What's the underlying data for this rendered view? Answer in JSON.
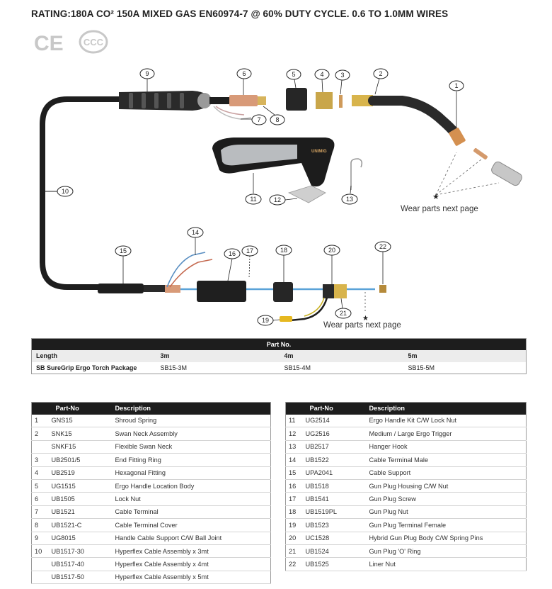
{
  "rating": "RATING:180A CO² 150A MIXED GAS EN60974-7 @ 60% DUTY CYCLE. 0.6 TO 1.0MM WIRES",
  "certs": {
    "ce": "CE",
    "ccc": "CCC"
  },
  "diagram": {
    "callouts": [
      "1",
      "2",
      "3",
      "4",
      "5",
      "6",
      "7",
      "8",
      "9",
      "10",
      "11",
      "12",
      "13",
      "14",
      "15",
      "16",
      "17",
      "18",
      "19",
      "20",
      "21",
      "22"
    ],
    "wear_note_top": "Wear parts next page",
    "wear_note_bottom": "Wear parts next page",
    "brand": "UNIMIG"
  },
  "package": {
    "part_no_header": "Part No.",
    "columns": [
      "Length",
      "3m",
      "4m",
      "5m"
    ],
    "row": {
      "label": "SB SureGrip Ergo Torch Package",
      "values": [
        "SB15-3M",
        "SB15-4M",
        "SB15-5M"
      ]
    }
  },
  "parts_left": {
    "headers": [
      "",
      "Part-No",
      "Description"
    ],
    "rows": [
      [
        "1",
        "GNS15",
        "Shroud Spring"
      ],
      [
        "2",
        "SNK15",
        "Swan Neck Assembly"
      ],
      [
        "",
        "SNKF15",
        "Flexible Swan Neck"
      ],
      [
        "3",
        "UB2501/5",
        "End Fitting Ring"
      ],
      [
        "4",
        "UB2519",
        "Hexagonal Fitting"
      ],
      [
        "5",
        "UG1515",
        "Ergo Handle Location Body"
      ],
      [
        "6",
        "UB1505",
        "Lock Nut"
      ],
      [
        "7",
        "UB1521",
        "Cable Terminal"
      ],
      [
        "8",
        "UB1521-C",
        "Cable Terminal Cover"
      ],
      [
        "9",
        "UG8015",
        "Handle Cable Support C/W Ball Joint"
      ],
      [
        "10",
        "UB1517-30",
        "Hyperflex Cable Assembly x 3mt"
      ],
      [
        "",
        "UB1517-40",
        "Hyperflex Cable Assembly x 4mt"
      ],
      [
        "",
        "UB1517-50",
        "Hyperflex Cable Assembly x 5mt"
      ]
    ]
  },
  "parts_right": {
    "headers": [
      "",
      "Part-No",
      "Description"
    ],
    "rows": [
      [
        "11",
        "UG2514",
        "Ergo Handle Kit C/W Lock Nut"
      ],
      [
        "12",
        "UG2516",
        "Medium / Large Ergo Trigger"
      ],
      [
        "13",
        "UB2517",
        "Hanger Hook"
      ],
      [
        "14",
        "UB1522",
        "Cable Terminal Male"
      ],
      [
        "15",
        "UPA2041",
        "Cable Support"
      ],
      [
        "16",
        "UB1518",
        "Gun Plug Housing C/W Nut"
      ],
      [
        "17",
        "UB1541",
        "Gun Plug Screw"
      ],
      [
        "18",
        "UB1519PL",
        "Gun Plug Nut"
      ],
      [
        "19",
        "UB1523",
        "Gun Plug Terminal Female"
      ],
      [
        "20",
        "UC1528",
        "Hybrid Gun Plug Body C/W Spring Pins"
      ],
      [
        "21",
        "UB1524",
        "Gun Plug 'O' Ring"
      ],
      [
        "22",
        "UB1525",
        "Liner Nut"
      ]
    ]
  }
}
